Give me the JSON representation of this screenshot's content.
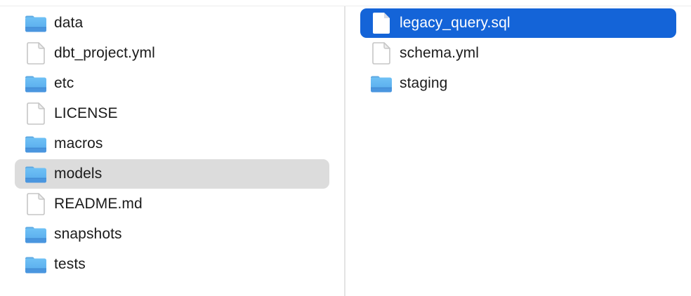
{
  "app": "finder-column-view",
  "colors": {
    "selection_blue": "#1464d8",
    "selection_gray": "#dcdcdc",
    "selected_text": "#ffffff",
    "text": "#1b1b1b",
    "divider": "#e3e3e3",
    "folder_blue_top": "#6fc1f5",
    "folder_blue_bottom": "#55a9ec",
    "folder_blue_band": "#4a96df",
    "chevron_gray": "#959595"
  },
  "columns": [
    {
      "name": "project-root",
      "items": [
        {
          "name": "data",
          "type": "folder",
          "chevron": true,
          "selected": false
        },
        {
          "name": "dbt_project.yml",
          "type": "file",
          "chevron": false,
          "selected": false
        },
        {
          "name": "etc",
          "type": "folder",
          "chevron": true,
          "selected": false
        },
        {
          "name": "LICENSE",
          "type": "file",
          "chevron": false,
          "selected": false
        },
        {
          "name": "macros",
          "type": "folder",
          "chevron": true,
          "selected": false
        },
        {
          "name": "models",
          "type": "folder",
          "chevron": true,
          "selected": true,
          "selection_style": "gray"
        },
        {
          "name": "README.md",
          "type": "file",
          "chevron": false,
          "selected": false
        },
        {
          "name": "snapshots",
          "type": "folder",
          "chevron": true,
          "selected": false
        },
        {
          "name": "tests",
          "type": "folder",
          "chevron": true,
          "selected": false
        }
      ]
    },
    {
      "name": "models-folder",
      "items": [
        {
          "name": "legacy_query.sql",
          "type": "file",
          "chevron": false,
          "selected": true,
          "selection_style": "blue"
        },
        {
          "name": "schema.yml",
          "type": "file",
          "chevron": false,
          "selected": false
        },
        {
          "name": "staging",
          "type": "folder",
          "chevron": true,
          "selected": false
        }
      ]
    }
  ]
}
